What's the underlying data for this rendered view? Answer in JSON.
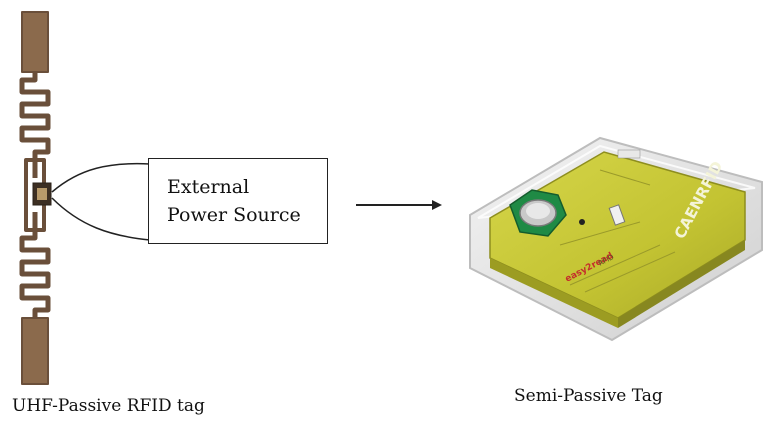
{
  "power_box": {
    "line1": "External",
    "line2": "Power Source"
  },
  "labels": {
    "passive_tag": "UHF-Passive RFID tag",
    "semi_passive_tag": "Semi-Passive Tag"
  },
  "tag_print": {
    "brand": "CAENRFID",
    "sub_brand": "easy2read",
    "model": "RFID"
  },
  "colors": {
    "antenna": "#6a4f3a",
    "antenna_core": "#8b6a4c",
    "tag_body": "#c9c93a",
    "tag_shell": "#e6e6e6",
    "battery": "#1f8a45",
    "line": "#222222"
  }
}
